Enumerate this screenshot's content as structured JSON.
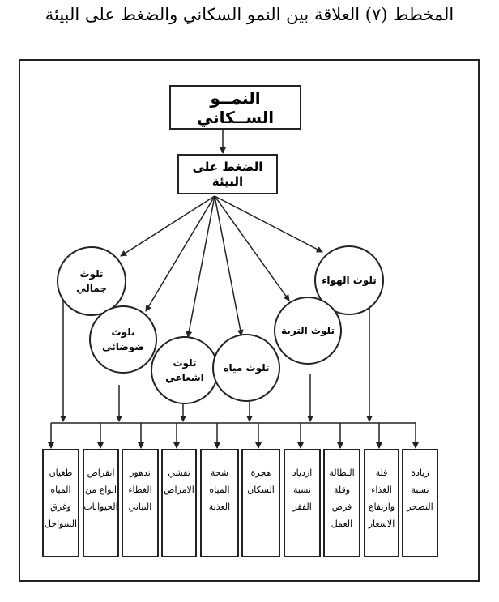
{
  "caption": "المخطط (٧) العلاقة بين النمو السكاني والضغط على البيئة",
  "top_box": "النمــو الســكاني",
  "pressure_box": "الضغط على البيئة",
  "pollution_types": [
    "تلوث الهواء",
    "تلوث جمالي",
    "تلوث ضوضائي",
    "تلوث اشعاعي",
    "تلوث مياه",
    "تلوث التربة"
  ],
  "effects": [
    "طغيان المياه وغرق السواحل",
    "انقراض انواع من الحيوانات",
    "تدهور الغطاء النباتي",
    "تفشي الامراض",
    "شحة المياه العذبة",
    "هجرة السكان",
    "ازدياد نسبة الفقر",
    "البطالة وقلة فرص العمل",
    "قلة الغذاء وارتفاع الاسعار",
    "زيادة نسبة التصحر"
  ]
}
